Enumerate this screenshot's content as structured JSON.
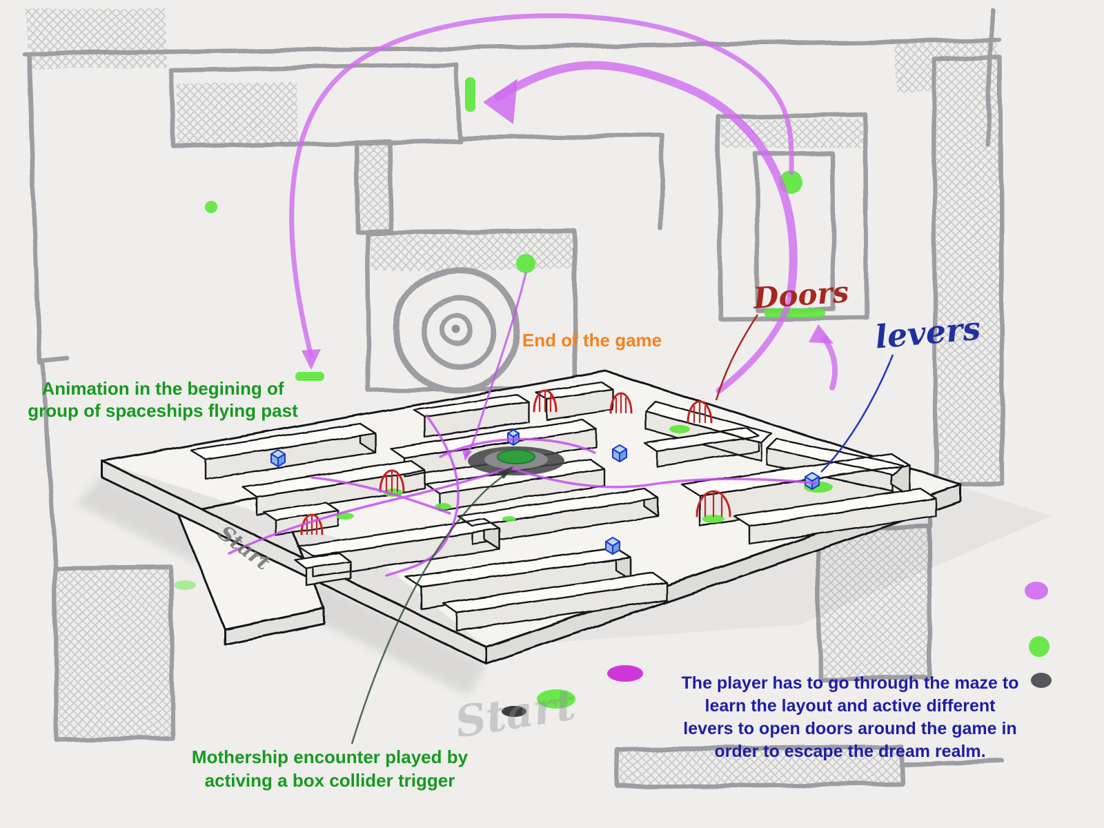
{
  "title": "Maze level design sketch",
  "colors": {
    "paper": "#efeeec",
    "pencil_gray": "#95959a",
    "ink": "#17171a",
    "arrow_purple": "#cf6bf0",
    "path_magenta": "#c44df0",
    "highlight_green": "#5ee63c",
    "door_red": "#c32222",
    "lever_blue": "#1c38c8",
    "label_orange": "#f58220",
    "label_green": "#16991f",
    "label_blue": "#1d1da8",
    "doors_handwriting_red": "#a5281e",
    "levers_handwriting_blue": "#20309f"
  },
  "labels": {
    "end_of_game": "End of the game",
    "doors": "Doors",
    "levers": "levers",
    "start_platform": "Start",
    "start_ghost": "Start"
  },
  "annotations": {
    "animation": {
      "line1": "Animation in the begining of",
      "line2": "group of spaceships flying past"
    },
    "mothership": {
      "line1": "Mothership encounter played by",
      "line2": "activing a box collider trigger"
    },
    "goal": {
      "line1": "The player has to go through the maze to",
      "line2": "learn the layout and active different",
      "line3": "levers to open doors around the game in",
      "line4": "order to escape the dream realm."
    }
  }
}
